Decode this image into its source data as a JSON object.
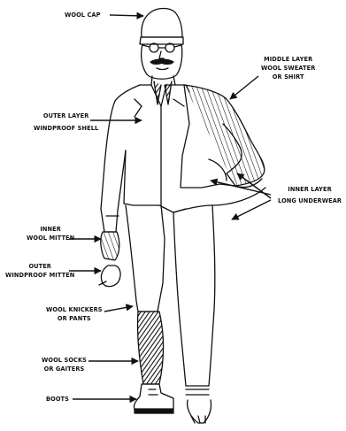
{
  "labels": {
    "wool_cap": "WOOL CAP",
    "middle_layer": [
      "MIDDLE LAYER",
      "WOOL SWEATER",
      "OR SHIRT"
    ],
    "outer_layer": [
      "OUTER LAYER",
      "WINDPROOF SHELL"
    ],
    "inner_layer": [
      "INNER LAYER",
      "LONG UNDERWEAR"
    ],
    "inner_mitten": [
      "INNER",
      "WOOL MITTEN"
    ],
    "outer_mitten": [
      "OUTER",
      "WINDPROOF MITTEN"
    ],
    "knickers": [
      "WOOL KNICKERS",
      "OR PANTS"
    ],
    "socks": [
      "WOOL SOCKS",
      "OR GAITERS"
    ],
    "boots": "BOOTS"
  },
  "colors": {
    "ink": "#111111",
    "background": "#ffffff"
  }
}
